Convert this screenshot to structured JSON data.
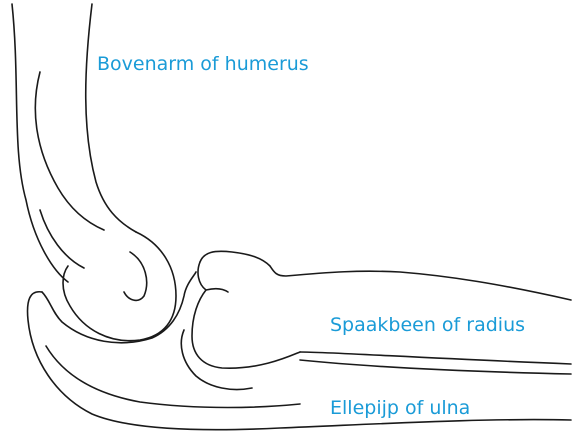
{
  "labels": {
    "humerus": "Bovenarm of humerus",
    "radius": "Spaakbeen of radius",
    "ulna": "Ellepijp of ulna"
  },
  "colors": {
    "label": "#1a9bd7",
    "outline": "#1a1a1a",
    "background": "#ffffff"
  }
}
